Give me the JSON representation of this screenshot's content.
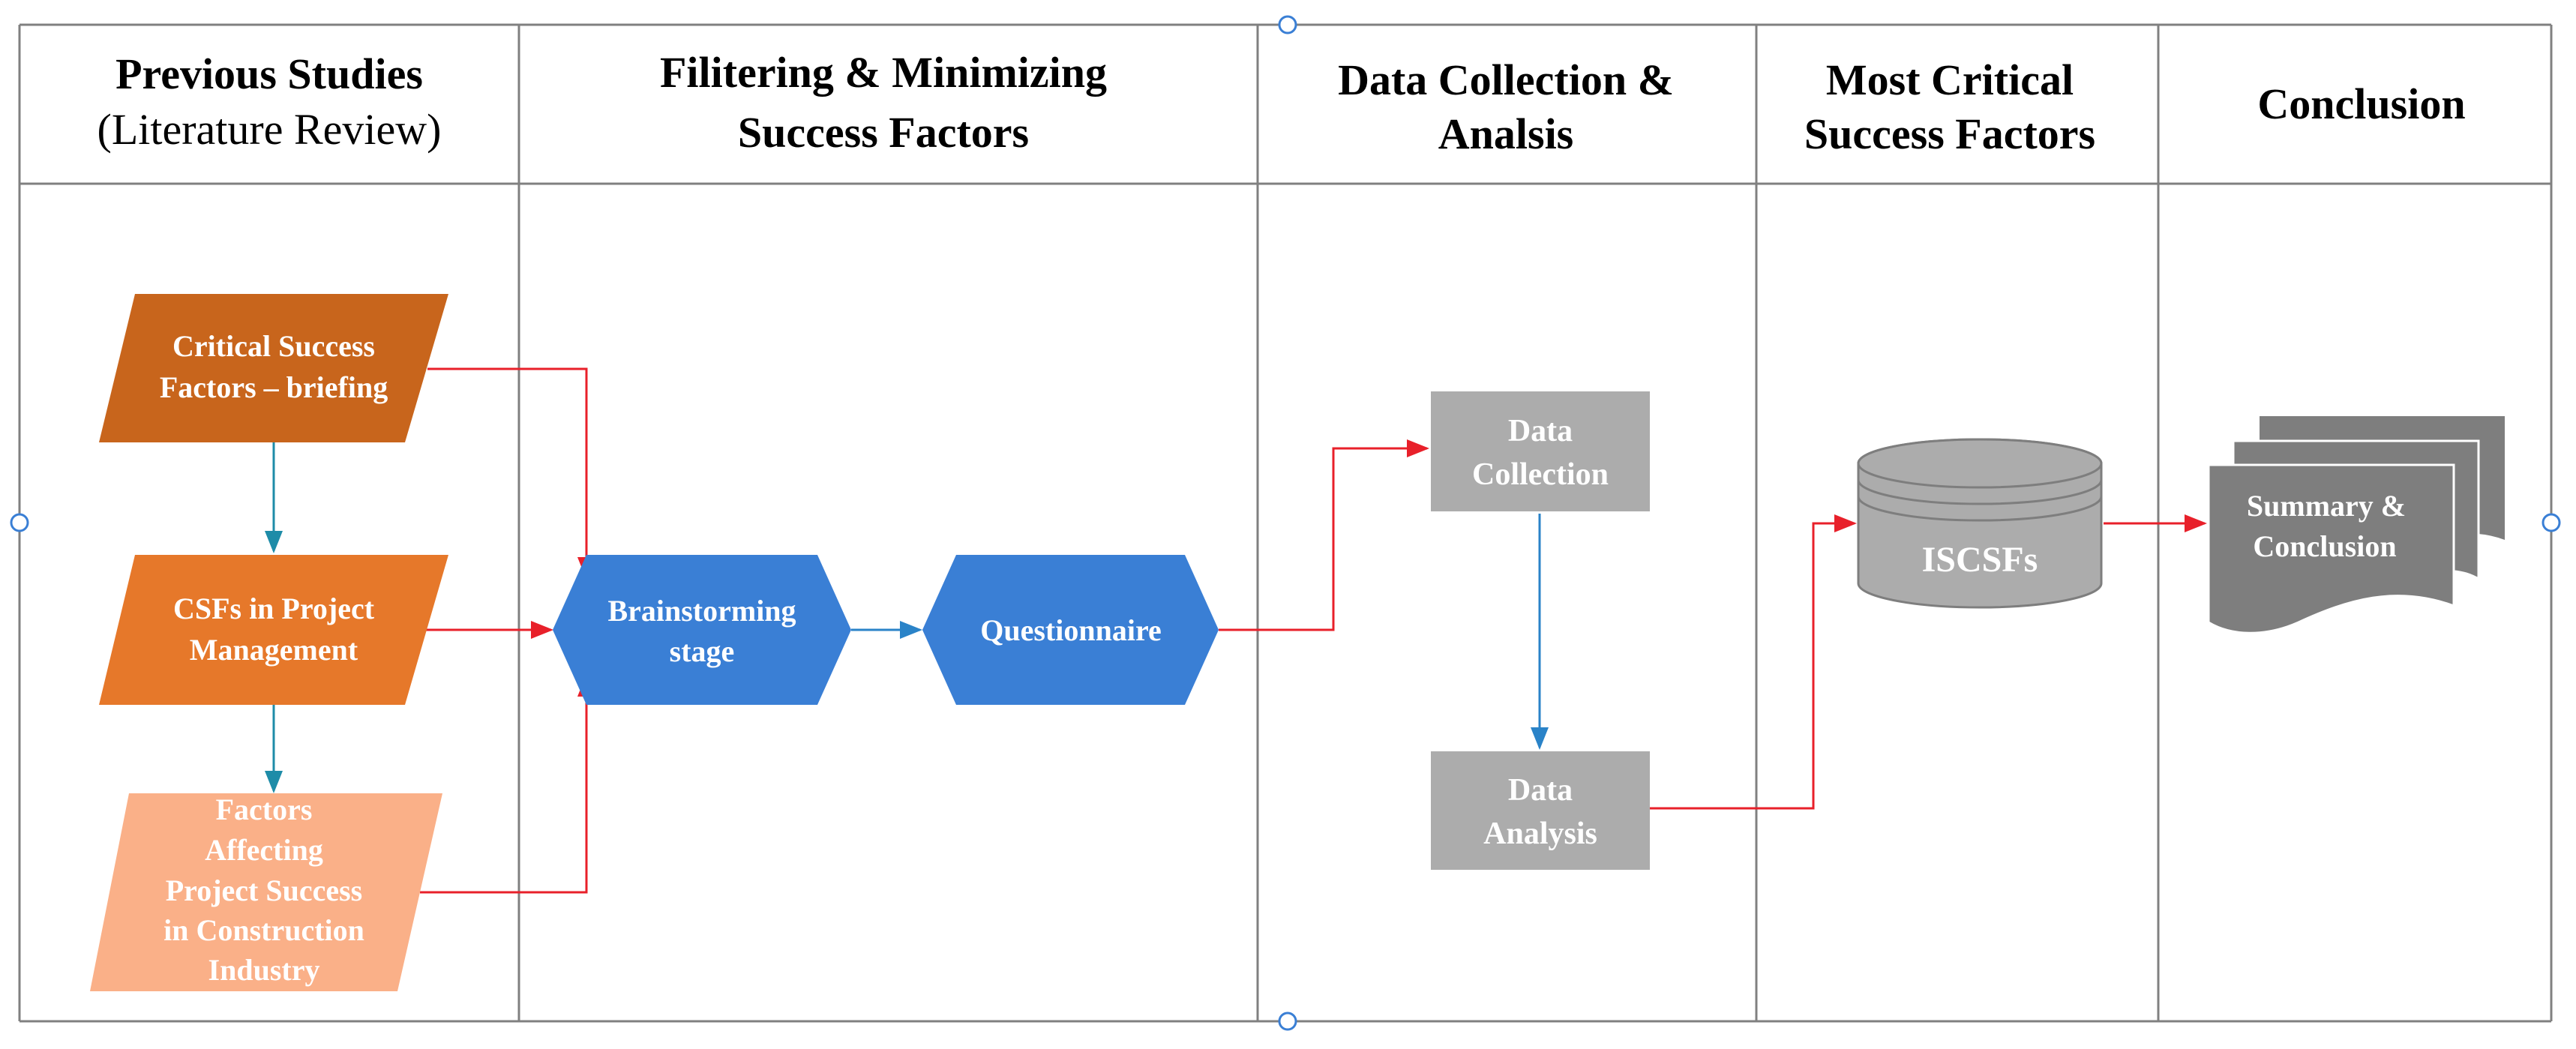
{
  "headers": {
    "col1": {
      "title": "Previous Studies",
      "subtitle": "(Literature Review)"
    },
    "col2": {
      "line1": "Filitering & Minimizing",
      "line2": "Success Factors"
    },
    "col3": {
      "line1": "Data Collection &",
      "line2": "Analsis"
    },
    "col4": {
      "line1": "Most Critical",
      "line2": "Success Factors"
    },
    "col5": {
      "line1": "Conclusion"
    }
  },
  "nodes": {
    "critical_success_factors": {
      "line1": "Critical Success",
      "line2": "Factors – briefing"
    },
    "csfs_project_management": {
      "line1": "CSFs in Project",
      "line2": "Management"
    },
    "factors_affecting": {
      "line1": "Factors",
      "line2": "Affecting",
      "line3": "Project Success",
      "line4": "in Construction",
      "line5": "Industry"
    },
    "brainstorming": {
      "line1": "Brainstorming",
      "line2": "stage"
    },
    "questionnaire": {
      "line1": "Questionnaire"
    },
    "data_collection": {
      "line1": "Data",
      "line2": "Collection"
    },
    "data_analysis": {
      "line1": "Data",
      "line2": "Analysis"
    },
    "iscsfs": {
      "line1": "ISCSFs"
    },
    "summary_conclusion": {
      "line1": "Summary &",
      "line2": "Conclusion"
    }
  },
  "colors": {
    "orange_dark": "#C8651C",
    "orange_mid": "#E6782A",
    "orange_light": "#FAB088",
    "blue": "#3A7FD5",
    "gray_box": "#ACACAC",
    "gray_dark": "#7E7E7E",
    "red_arrow": "#E8202A",
    "teal_arrow": "#1E8CA8",
    "blue_arrow": "#2A83C8",
    "border": "#808080"
  }
}
